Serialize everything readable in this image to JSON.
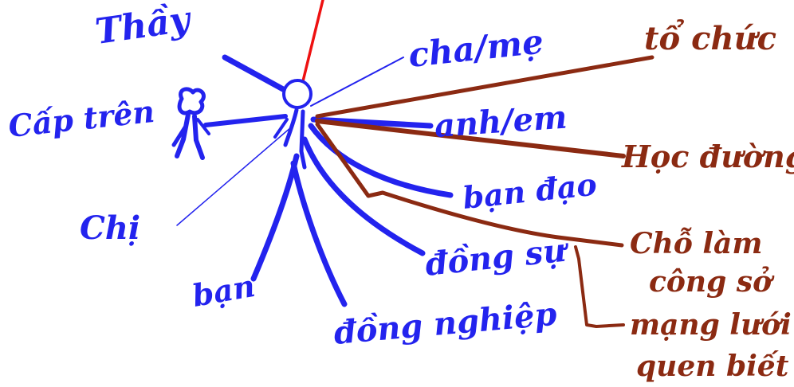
{
  "colors": {
    "blue": "#2323ee",
    "brown": "#8b2a12",
    "red": "#ee1111",
    "background": "#ffffff"
  },
  "labels": {
    "thay": "Thầy",
    "cap_tren": "Cấp trên",
    "chi": "Chị",
    "ban": "bạn",
    "cha_me": "cha/mẹ",
    "anh_em": "anh/em",
    "ban_dao": "bạn đạo",
    "dong_su": "đồng sự",
    "dong_nghiep": "đồng nghiệp",
    "to_chuc": "tổ chức",
    "hoc_duong": "Học đường",
    "cho_lam": "Chỗ làm",
    "cong_so": "công sở",
    "mang_luoi": "mạng lưới",
    "quen_biet": "quen biết"
  }
}
